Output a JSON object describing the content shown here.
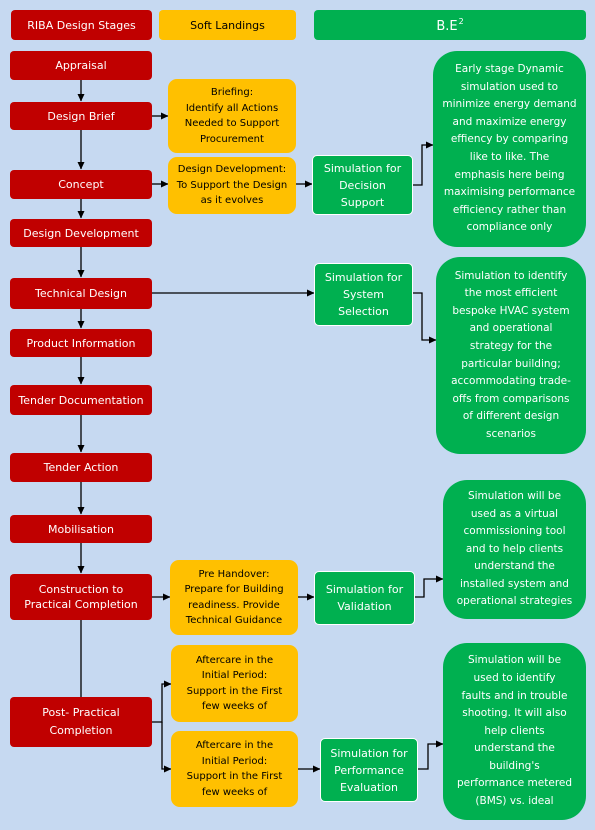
{
  "header": {
    "riba": "RIBA Design Stages",
    "soft_landings": "Soft Landings",
    "be_base": "B.E",
    "be_sup": "2"
  },
  "stages": {
    "appraisal": "Appraisal",
    "design_brief": "Design Brief",
    "concept": "Concept",
    "design_development": "Design Development",
    "technical_design": "Technical Design",
    "product_information": "Product Information",
    "tender_documentation": "Tender Documentation",
    "tender_action": "Tender Action",
    "mobilisation": "Mobilisation",
    "construction": "Construction to\nPractical Completion",
    "post_practical": "Post- Practical\nCompletion"
  },
  "soft_landings": {
    "briefing": "Briefing:\nIdentify all Actions\nNeeded to Support\nProcurement",
    "design_development": "Design Development:\nTo Support the Design\nas it evolves",
    "pre_handover": "Pre Handover:\nPrepare for Building\nreadiness. Provide\nTechnical Guidance",
    "aftercare_1": "Aftercare in the\nInitial Period:\nSupport in the First\nfew weeks of",
    "aftercare_2": "Aftercare in the\nInitial Period:\nSupport in the First\nfew weeks of"
  },
  "simulations": {
    "decision_support": "Simulation for\nDecision\nSupport",
    "system_selection": "Simulation for\nSystem\nSelection",
    "validation": "Simulation for\nValidation",
    "performance_evaluation": "Simulation for\nPerformance\nEvaluation"
  },
  "descriptions": {
    "decision_support": "Early stage Dynamic\nsimulation used  to\nminimize energy demand\nand maximize energy\neffiency by comparing\nlike to like.  The\nemphasis here being\nmaximising performance\nefficiency rather than\ncompliance only",
    "system_selection": "Simulation to identify\nthe most efficient\nbespoke HVAC system\nand operational\nstrategy for the\nparticular building;\naccommodating trade-\noffs from comparisons\nof different design\nscenarios",
    "validation": "Simulation will be\nused as a virtual\ncommissioning tool\nand to help clients\nunderstand the\ninstalled system and\noperational strategies",
    "performance_evaluation": "Simulation will be\nused to identify\nfaults  and in trouble\nshooting. It will also\nhelp clients\nunderstand the\nbuilding's\nperformance metered\n(BMS) vs. ideal"
  },
  "colors": {
    "background": "#c6d9f1",
    "riba_red": "#c00000",
    "soft_landings_orange": "#ffc000",
    "be2_green": "#00b050",
    "connector": "#000000"
  }
}
